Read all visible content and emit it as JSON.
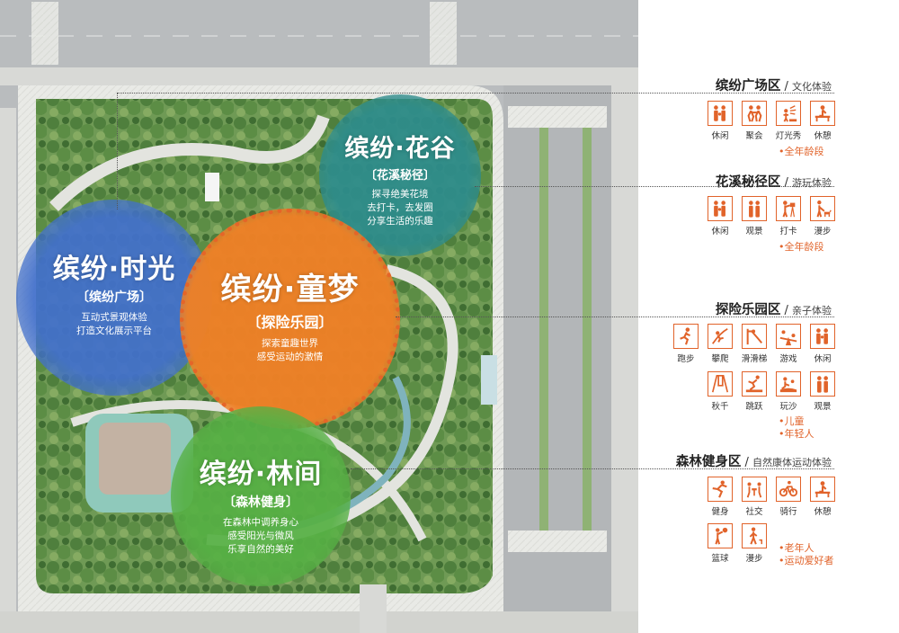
{
  "zones": {
    "shiguang": {
      "title": "缤纷·时光",
      "sub": "〔缤纷广场〕",
      "desc": [
        "互动式景观体验",
        "打造文化展示平台"
      ]
    },
    "huagu": {
      "title": "缤纷·花谷",
      "sub": "〔花溪秘径〕",
      "desc": [
        "探寻绝美花境",
        "去打卡，去发圈",
        "分享生活的乐趣"
      ]
    },
    "tongmeng": {
      "title": "缤纷·童梦",
      "sub": "〔探险乐园〕",
      "desc": [
        "探索童趣世界",
        "感受运动的激情"
      ]
    },
    "linjian": {
      "title": "缤纷·林间",
      "sub": "〔森林健身〕",
      "desc": [
        "在森林中调养身心",
        "感受阳光与微风",
        "乐享自然的美好"
      ]
    }
  },
  "legend": [
    {
      "name": "缤纷广场区",
      "sep": "/",
      "type": "文化体验",
      "icons": [
        {
          "icon": "family-icon",
          "label": "休闲"
        },
        {
          "icon": "dance-icon",
          "label": "聚会"
        },
        {
          "icon": "lightshow-icon",
          "label": "灯光秀"
        },
        {
          "icon": "bench-icon",
          "label": "休憩"
        }
      ],
      "ages": [
        "全年龄段"
      ]
    },
    {
      "name": "花溪秘径区",
      "sep": "/",
      "type": "游玩体验",
      "icons": [
        {
          "icon": "family-icon",
          "label": "休闲"
        },
        {
          "icon": "people-icon",
          "label": "观景"
        },
        {
          "icon": "camera-icon",
          "label": "打卡"
        },
        {
          "icon": "dogwalk-icon",
          "label": "漫步"
        }
      ],
      "ages": [
        "全年龄段"
      ]
    },
    {
      "name": "探险乐园区",
      "sep": "/",
      "type": "亲子体验",
      "icons": [
        {
          "icon": "run-icon",
          "label": "跑步"
        },
        {
          "icon": "climb-icon",
          "label": "攀爬"
        },
        {
          "icon": "slide-icon",
          "label": "滑滑梯"
        },
        {
          "icon": "seesaw-icon",
          "label": "游戏"
        },
        {
          "icon": "family-icon",
          "label": "休闲"
        },
        {
          "icon": "swing-icon",
          "label": "秋千"
        },
        {
          "icon": "jump-icon",
          "label": "跳跃"
        },
        {
          "icon": "sandplay-icon",
          "label": "玩沙"
        },
        {
          "icon": "people-icon",
          "label": "观景"
        }
      ],
      "ages": [
        "儿童",
        "年轻人"
      ]
    },
    {
      "name": "森林健身区",
      "sep": "/",
      "type": "自然康体运动体验",
      "icons": [
        {
          "icon": "fitness-icon",
          "label": "健身"
        },
        {
          "icon": "social-icon",
          "label": "社交"
        },
        {
          "icon": "bicycle-icon",
          "label": "骑行"
        },
        {
          "icon": "bench-icon",
          "label": "休憩"
        },
        {
          "icon": "basketball-icon",
          "label": "篮球"
        },
        {
          "icon": "walk-icon",
          "label": "漫步"
        }
      ],
      "ages": [
        "老年人",
        "运动爱好者"
      ]
    }
  ]
}
